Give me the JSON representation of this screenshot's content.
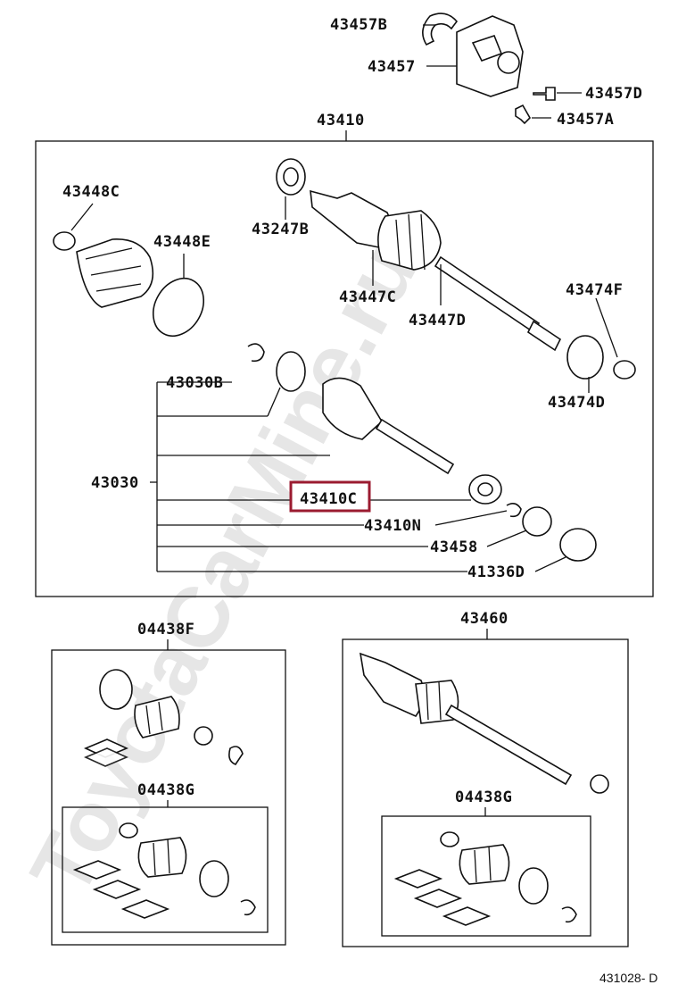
{
  "watermark": "ToyotaCarMine.ru",
  "diagram_code": "431028- D",
  "highlight_color": "#9b1b30",
  "labels": {
    "p43457b": "43457B",
    "p43457": "43457",
    "p43457d": "43457D",
    "p43457a": "43457A",
    "p43410": "43410",
    "p43448c": "43448C",
    "p43448e": "43448E",
    "p43247b": "43247B",
    "p43447c": "43447C",
    "p43447d": "43447D",
    "p43474f": "43474F",
    "p43474d": "43474D",
    "p43030b": "43030B",
    "p43030": "43030",
    "p43410c": "43410C",
    "p43410n": "43410N",
    "p43458": "43458",
    "p41336d": "41336D",
    "p04438f": "04438F",
    "p04438g_left": "04438G",
    "p43460": "43460",
    "p04438g_right": "04438G"
  }
}
